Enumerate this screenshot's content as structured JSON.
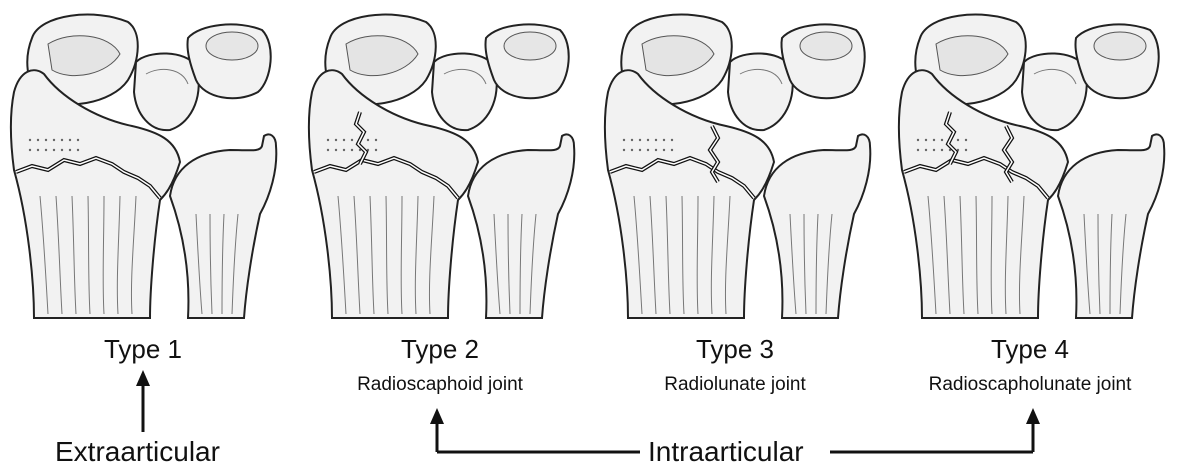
{
  "panels": [
    {
      "title": "Type 1",
      "subtitle": "",
      "fractures": [
        "extra"
      ]
    },
    {
      "title": "Type 2",
      "subtitle": "Radioscaphoid joint",
      "fractures": [
        "extra",
        "scaphoid"
      ]
    },
    {
      "title": "Type 3",
      "subtitle": "Radiolunate joint",
      "fractures": [
        "extra",
        "lunate"
      ]
    },
    {
      "title": "Type 4",
      "subtitle": "Radioscapholunate joint",
      "fractures": [
        "extra",
        "scaphoid",
        "lunate"
      ]
    }
  ],
  "labels": {
    "extraarticular": "Extraarticular",
    "intraarticular": "Intraarticular"
  }
}
